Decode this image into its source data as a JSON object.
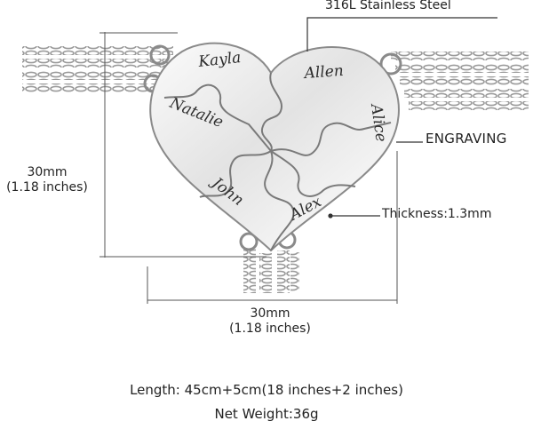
{
  "labels": {
    "material": "316L Stainless Steel",
    "engraving": "ENGRAVING",
    "thickness": "Thickness:1.3mm",
    "height_mm": "30mm",
    "height_in": "(1.18 inches)",
    "width_mm": "30mm",
    "width_in": "(1.18 inches)",
    "length": "Length: 45cm+5cm(18 inches+2 inches)",
    "weight": "Net Weight:36g"
  },
  "engraved_names": [
    "Kayla",
    "Allen",
    "Natalie",
    "Alice",
    "John",
    "Alex"
  ],
  "colors": {
    "steel_light": "#f4f4f4",
    "steel_mid": "#c9c9c9",
    "steel_dark": "#8a8a8a",
    "line": "#333333"
  }
}
